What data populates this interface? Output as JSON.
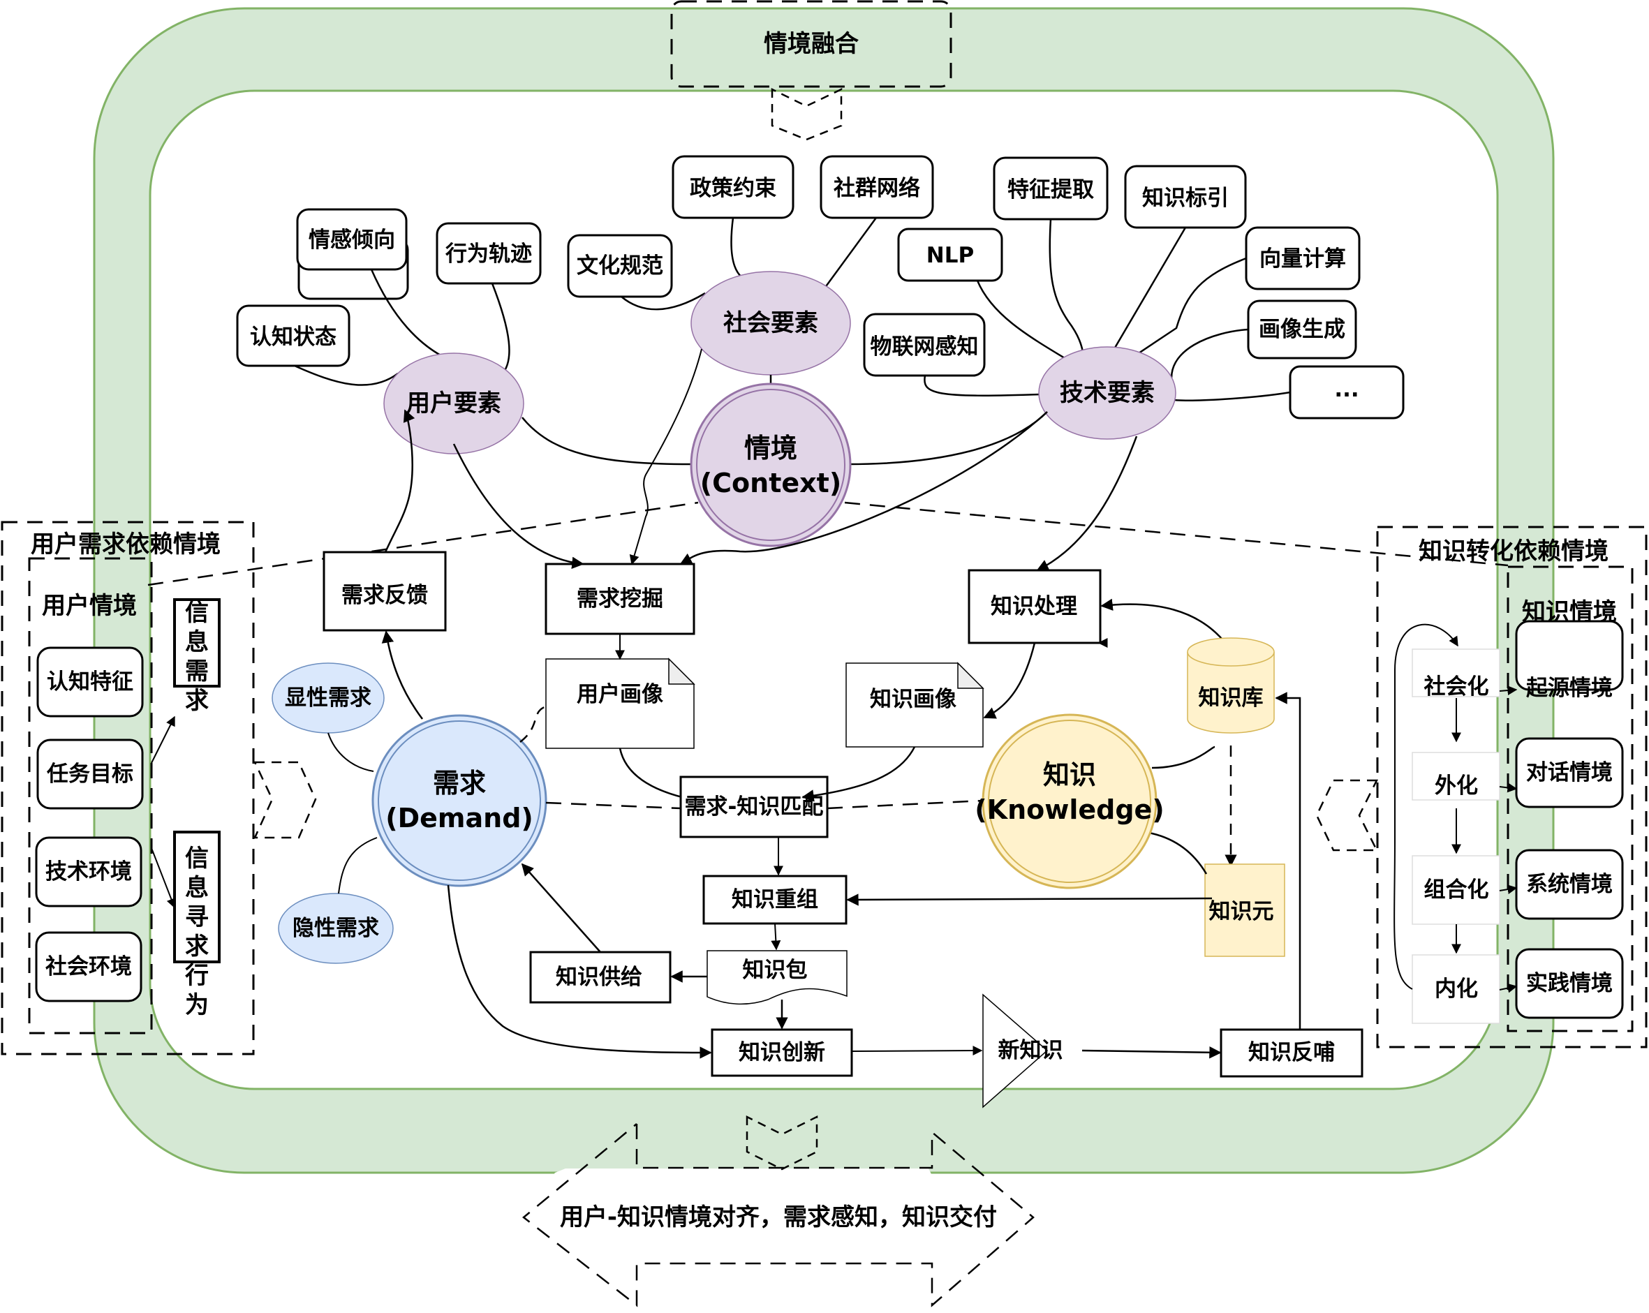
{
  "title": "情境融合",
  "bottom_banner": "用户-知识情境对齐，需求感知，知识交付",
  "colors": {
    "ring_fill": "#d5e8d4",
    "ring_stroke": "#82b366",
    "context_fill": "#e1d5e7",
    "context_stroke": "#9673a6",
    "demand_fill": "#dae8fc",
    "demand_stroke": "#6c8ebf",
    "knowledge_fill": "#fff2cc",
    "knowledge_stroke": "#d6b656"
  },
  "core": {
    "context": {
      "line1": "情境",
      "line2": "(Context)"
    },
    "demand": {
      "line1": "需求",
      "line2": "(Demand)"
    },
    "knowledge": {
      "line1": "知识",
      "line2": "(Knowledge)"
    }
  },
  "elements": {
    "user": {
      "label": "用户要素",
      "items": [
        "情感倾向",
        "行为轨迹",
        "认知状态"
      ]
    },
    "social": {
      "label": "社会要素",
      "items": [
        "政策约束",
        "社群网络",
        "文化规范"
      ]
    },
    "tech": {
      "label": "技术要素",
      "items": [
        "特征提取",
        "知识标引",
        "NLP",
        "向量计算",
        "物联网感知",
        "画像生成",
        "..."
      ]
    }
  },
  "demand_types": {
    "explicit": "显性需求",
    "implicit": "隐性需求"
  },
  "process": {
    "feedback": "需求反馈",
    "mining": "需求挖掘",
    "user_portrait": "用户画像",
    "knowledge_processing": "知识处理",
    "knowledge_portrait": "知识画像",
    "knowledge_base": "知识库",
    "matching": "需求-知识匹配",
    "restructure": "知识重组",
    "knowledge_unit": "知识元",
    "package": "知识包",
    "supply": "知识供给",
    "innovation": "知识创新",
    "new_knowledge": "新知识",
    "backfeed": "知识反哺"
  },
  "left_panel": {
    "title": "用户需求依赖情境",
    "inner_title": "用户情境",
    "items": [
      "认知特征",
      "任务目标",
      "技术环境",
      "社会环境"
    ],
    "info_need": [
      "信",
      "息",
      "需",
      "求"
    ],
    "info_seeking": [
      "信",
      "息",
      "寻",
      "求",
      "行",
      "为"
    ]
  },
  "right_panel": {
    "title": "知识转化依赖情境",
    "inner_title": "知识情境",
    "stages": [
      "社会化",
      "外化",
      "组合化",
      "内化"
    ],
    "contexts": [
      "起源情境",
      "对话情境",
      "系统情境",
      "实践情境"
    ]
  }
}
